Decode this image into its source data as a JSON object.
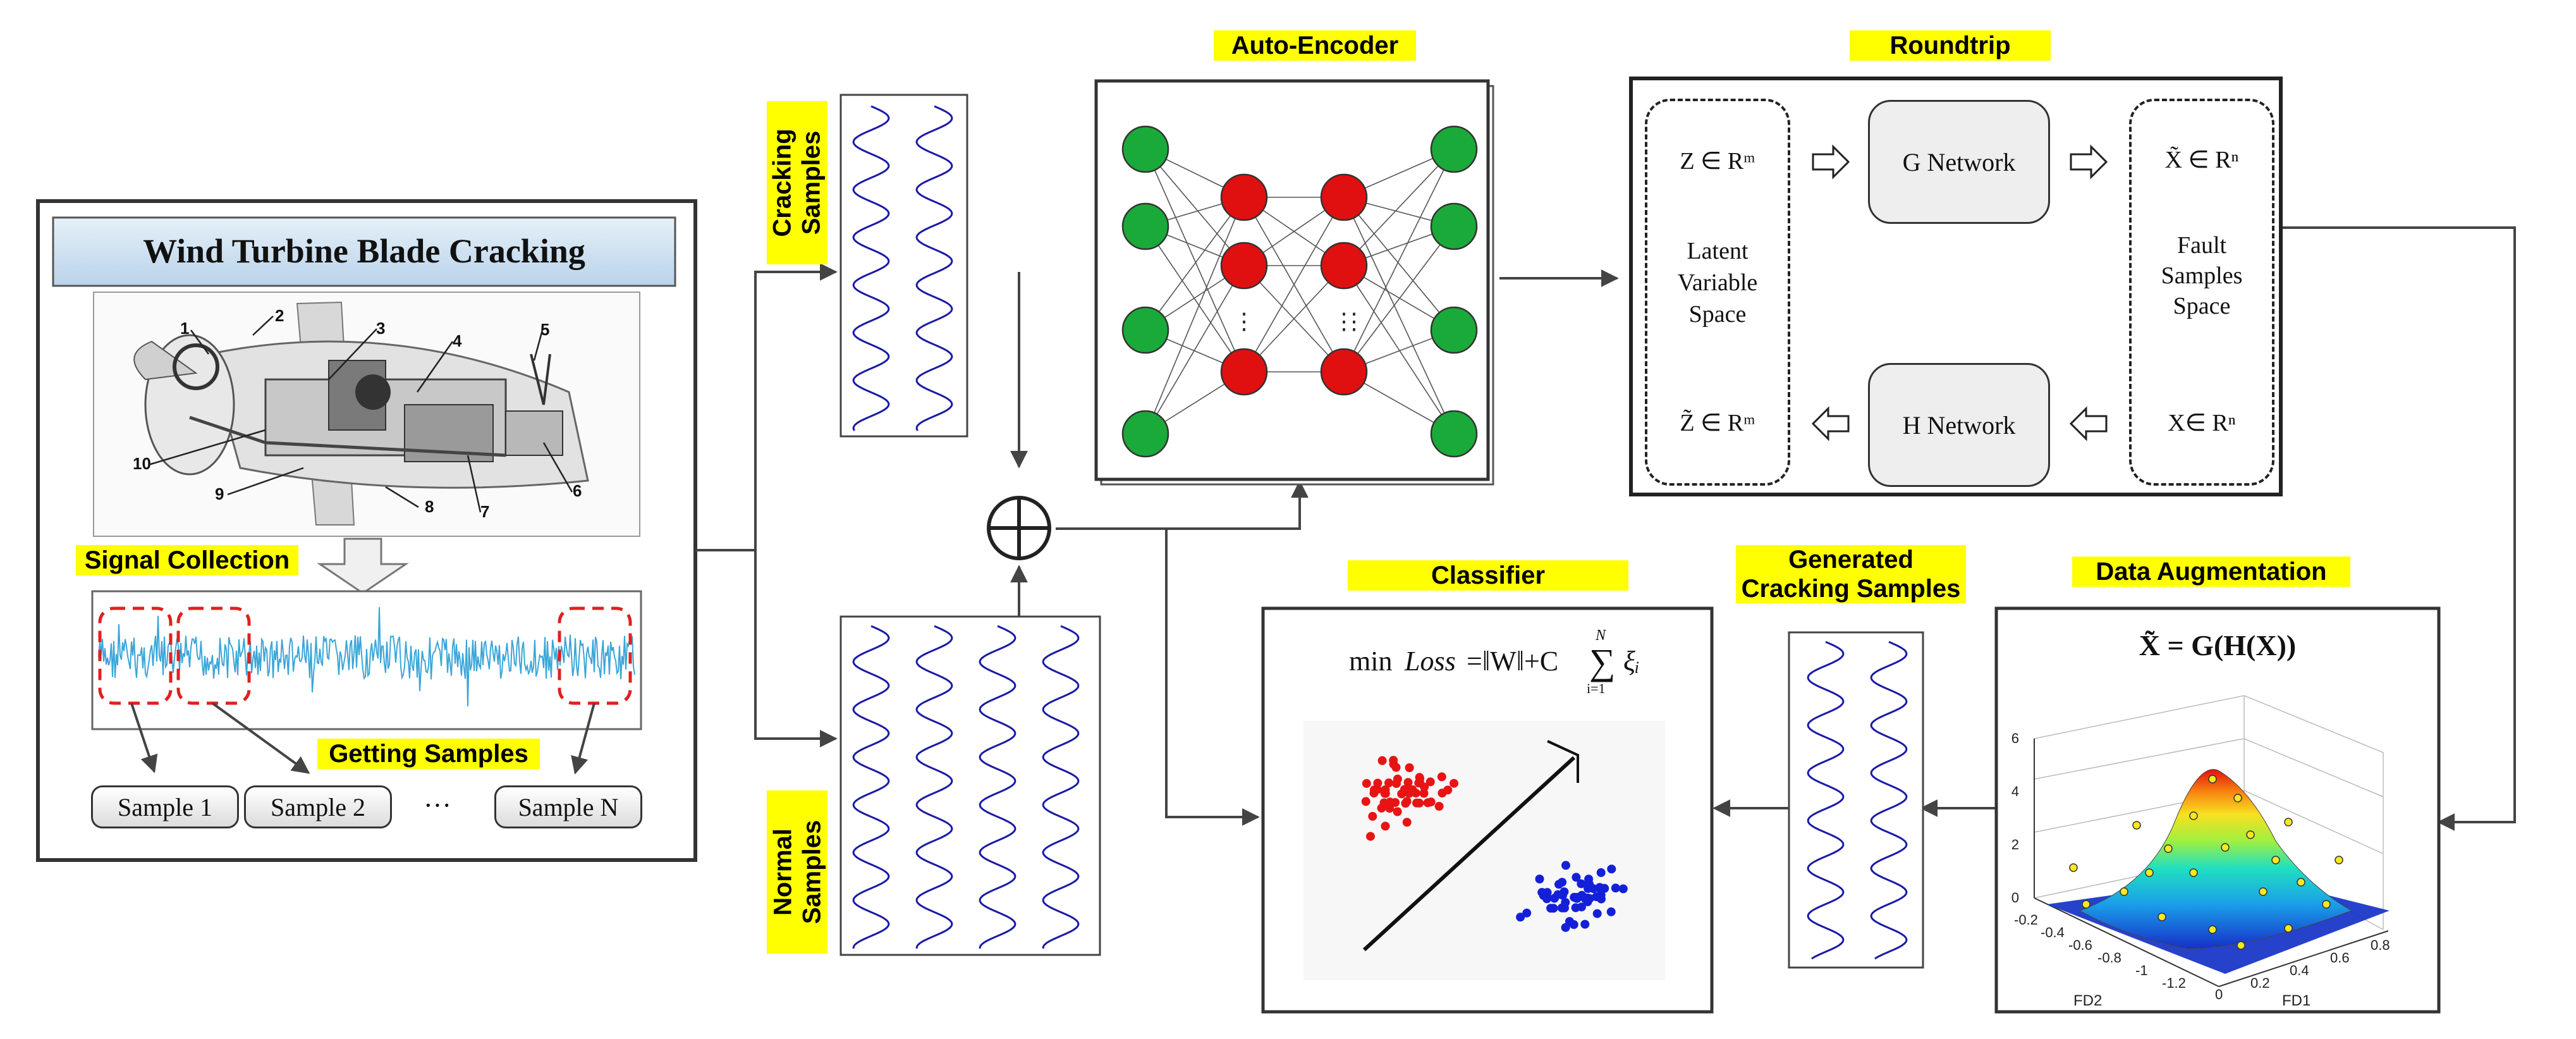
{
  "left_panel": {
    "title": "Wind Turbine Blade Cracking",
    "part_numbers": [
      "1",
      "2",
      "3",
      "4",
      "5",
      "6",
      "7",
      "8",
      "9",
      "10"
    ],
    "signal_label": "Signal Collection",
    "getting_label": "Getting Samples",
    "samples": [
      "Sample 1",
      "Sample 2",
      "···",
      "Sample N"
    ]
  },
  "inputs": {
    "cracking_label": "Cracking Samples",
    "normal_label": "Normal Samples",
    "combine_symbol": "⊕"
  },
  "autoencoder": {
    "label": "Auto-Encoder",
    "ellipsis": "⋮"
  },
  "roundtrip": {
    "label": "Roundtrip",
    "z": "Z ∈ Rᵐ",
    "z_tilde": "Z̃ ∈ Rᵐ",
    "latent_label": "Latent Variable Space",
    "g_network": "G Network",
    "h_network": "H Network",
    "x_tilde": "X̃ ∈ Rⁿ",
    "x": "X∈ Rⁿ",
    "fault_label": "Fault Samples Space"
  },
  "data_augmentation": {
    "label": "Data Augmentation",
    "formula": "X̃ = G(H(X))",
    "z_ticks": [
      "0",
      "2",
      "4",
      "6"
    ],
    "fd2_ticks": [
      "-0.2",
      "-0.4",
      "-0.6",
      "-0.8",
      "-1",
      "-1.2"
    ],
    "fd1_ticks": [
      "0",
      "0.2",
      "0.4",
      "0.6",
      "0.8"
    ],
    "fd2_label": "FD2",
    "fd1_label": "FD1"
  },
  "generated": {
    "label": "Generated Cracking Samples"
  },
  "classifier": {
    "label": "Classifier",
    "formula_min": "min",
    "formula_loss": "Loss",
    "formula_rest": "=‖W‖+C",
    "sum_sym": "∑",
    "sum_top": "N",
    "sum_bottom": "i=1",
    "xi": "ξᵢ"
  },
  "colors": {
    "highlight": "#ffff00",
    "signal": "#3aa6d8",
    "wave": "#1a1aa6",
    "node_green": "#1aaa3a",
    "node_red": "#e01010",
    "class_red": "#e81414",
    "class_blue": "#1420d8",
    "title_bar": "#cfe3f2"
  }
}
